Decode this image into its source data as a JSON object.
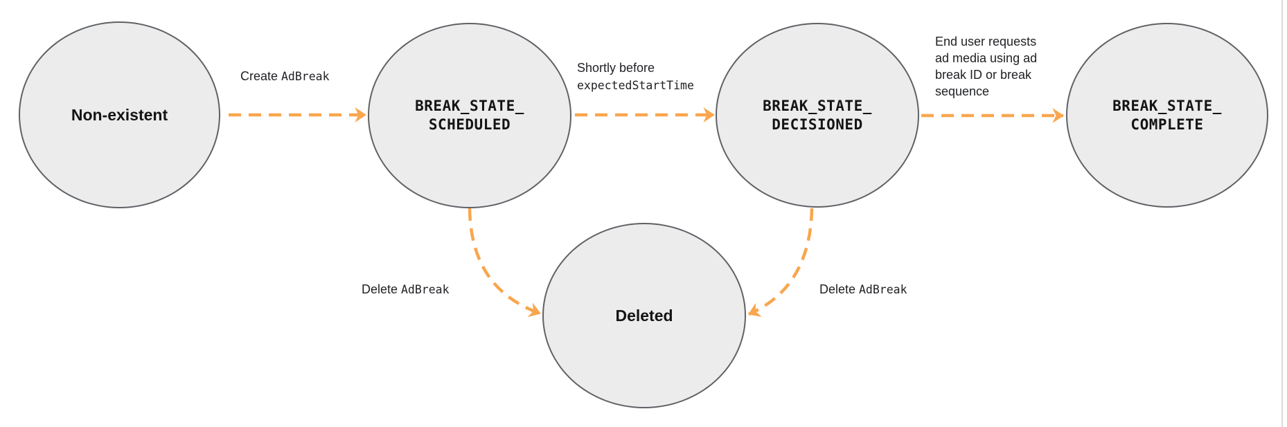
{
  "colors": {
    "arrow": "#F9A64E",
    "node_fill": "#ECECEC",
    "node_border": "#5E6165",
    "label_text": "#202124",
    "node_text": "#141414",
    "page_edge": "#D9D9D9"
  },
  "states": [
    {
      "id": "non-existent",
      "lines": [
        "Non-existent"
      ]
    },
    {
      "id": "break-state-scheduled",
      "lines": [
        "BREAK_STATE_",
        "SCHEDULED"
      ]
    },
    {
      "id": "break-state-decisioned",
      "lines": [
        "BREAK_STATE_",
        "DECISIONED"
      ]
    },
    {
      "id": "break-state-complete",
      "lines": [
        "BREAK_STATE_",
        "COMPLETE"
      ]
    },
    {
      "id": "deleted",
      "lines": [
        "Deleted"
      ]
    }
  ],
  "transitions": [
    {
      "id": "create-adbreak",
      "from": "non-existent",
      "to": "break-state-scheduled",
      "label_parts": [
        {
          "text": "Create"
        },
        {
          "text": "AdBreak",
          "code": true
        }
      ]
    },
    {
      "id": "shortly-before-expected-start-time",
      "from": "break-state-scheduled",
      "to": "break-state-decisioned",
      "label_lines": [
        {
          "text": "Shortly before"
        },
        {
          "text": "expectedStartTime",
          "code": true
        }
      ]
    },
    {
      "id": "end-user-requests-ad-media",
      "from": "break-state-decisioned",
      "to": "break-state-complete",
      "label_lines": [
        {
          "text": "End user requests"
        },
        {
          "text": "ad media using ad"
        },
        {
          "text": "break ID or break"
        },
        {
          "text": "sequence"
        }
      ]
    },
    {
      "id": "delete-adbreak-from-scheduled",
      "from": "break-state-scheduled",
      "to": "deleted",
      "label_parts": [
        {
          "text": "Delete"
        },
        {
          "text": "AdBreak",
          "code": true
        }
      ]
    },
    {
      "id": "delete-adbreak-from-decisioned",
      "from": "break-state-decisioned",
      "to": "deleted",
      "label_parts": [
        {
          "text": "Delete"
        },
        {
          "text": "AdBreak",
          "code": true
        }
      ]
    }
  ]
}
